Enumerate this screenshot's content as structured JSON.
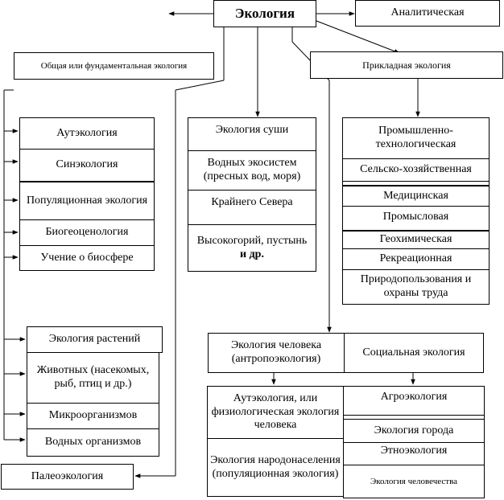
{
  "root": {
    "title": "Экология"
  },
  "analytic": {
    "label": "Аналитическая"
  },
  "general": {
    "label": "Общая или фундаментальная экология"
  },
  "applied": {
    "label": "Прикладная экология"
  },
  "general_items": [
    "Аутэкология",
    "Синэкология",
    "Популяционная экология",
    "Биогеоценология",
    "Учение о биосфере"
  ],
  "habitat_items": [
    "Экология суши",
    "Водных экосистем (пресных вод, моря)",
    "Крайнего Севера",
    "Высокогорий, пустынь",
    "и др."
  ],
  "applied_items": [
    "Промышленно-технологическая",
    "Сельско-хозяйственная",
    "Медицинская",
    "Промысловая",
    "Геохимическая",
    "Рекреационная",
    "Природопользования и охраны труда"
  ],
  "organism_items": [
    "Экология растений",
    "Животных (насекомых, рыб, птиц и др.)",
    "Микроорганизмов",
    "Водных организмов"
  ],
  "paleo": {
    "label": "Палеоэкология"
  },
  "human": {
    "header_left": "Экология человека (антропоэкология)",
    "header_right": "Социальная экология",
    "left_items": [
      "Аутэкология, или физиологическая экология человека",
      "Экология народонаселения (популяционная экология)"
    ],
    "right_items": [
      "Агроэкология",
      "Экология города",
      "Этноэкология",
      "Экология человечества"
    ]
  }
}
